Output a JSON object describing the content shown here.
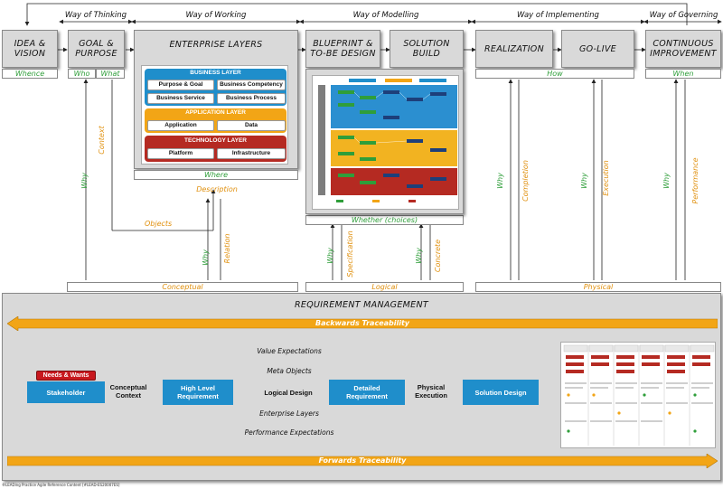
{
  "phases": {
    "thinking": "Way of Thinking",
    "working": "Way of Working",
    "modelling": "Way of Modelling",
    "implementing": "Way of Implementing",
    "governing": "Way of Governing"
  },
  "steps": {
    "idea": "IDEA &\nVISION",
    "goal": "GOAL &\nPURPOSE",
    "enterprise": "ENTERPRISE LAYERS",
    "blueprint": "BLUEPRINT &\nTO-BE DESIGN",
    "solution": "SOLUTION\nBUILD",
    "realization": "REALIZATION",
    "golive": "GO-LIVE",
    "continuous": "CONTINUOUS\nIMPROVEMENT"
  },
  "questions": {
    "whence": "Whence",
    "who": "Who",
    "what": "What",
    "where": "Where",
    "whether": "Whether (choices)",
    "how": "How",
    "when": "When"
  },
  "layers": {
    "business": {
      "title": "BUSINESS LAYER",
      "color": "#1f8ecb",
      "cells": [
        "Purpose & Goal",
        "Business Competency",
        "Business Service",
        "Business Process"
      ]
    },
    "application": {
      "title": "APPLICATION LAYER",
      "color": "#f2a516",
      "cells": [
        "Application",
        "Data"
      ]
    },
    "technology": {
      "title": "TECHNOLOGY LAYER",
      "color": "#b52a22",
      "cells": [
        "Platform",
        "Infrastructure"
      ]
    }
  },
  "relations": {
    "why": "Why",
    "context": "Context",
    "description": "Description",
    "objects": "Objects",
    "relation": "Relation",
    "specification": "Specification",
    "concrete": "Concrete",
    "completion": "Completion",
    "execution": "Execution",
    "performance": "Performance"
  },
  "levels": {
    "conceptual": "Conceptual",
    "logical": "Logical",
    "physical": "Physical"
  },
  "requirement": {
    "title": "REQUIREMENT MANAGEMENT",
    "backwards": "Backwards Traceability",
    "forwards": "Forwards Traceability",
    "needs": "Needs & Wants",
    "stakeholder": "Stakeholder",
    "conceptual_context": "Conceptual\nContext",
    "high_level": "High Level\nRequirement",
    "logical_design": "Logical Design",
    "detailed": "Detailed\nRequirement",
    "physical_execution": "Physical\nExecution",
    "solution_design": "Solution Design",
    "value_expectations": "Value Expectations",
    "meta_objects": "Meta Objects",
    "enterprise_layers": "Enterprise Layers",
    "performance_expectations": "Performance Expectations"
  },
  "footer": "®LEADing Practice Agile Reference Content [#LEAD-ES20007ES]",
  "colors": {
    "green": "#2f9e3a",
    "orange": "#e0900e",
    "blue": "#1f8ecb",
    "yellow": "#f2a516",
    "red": "#b52a22"
  }
}
